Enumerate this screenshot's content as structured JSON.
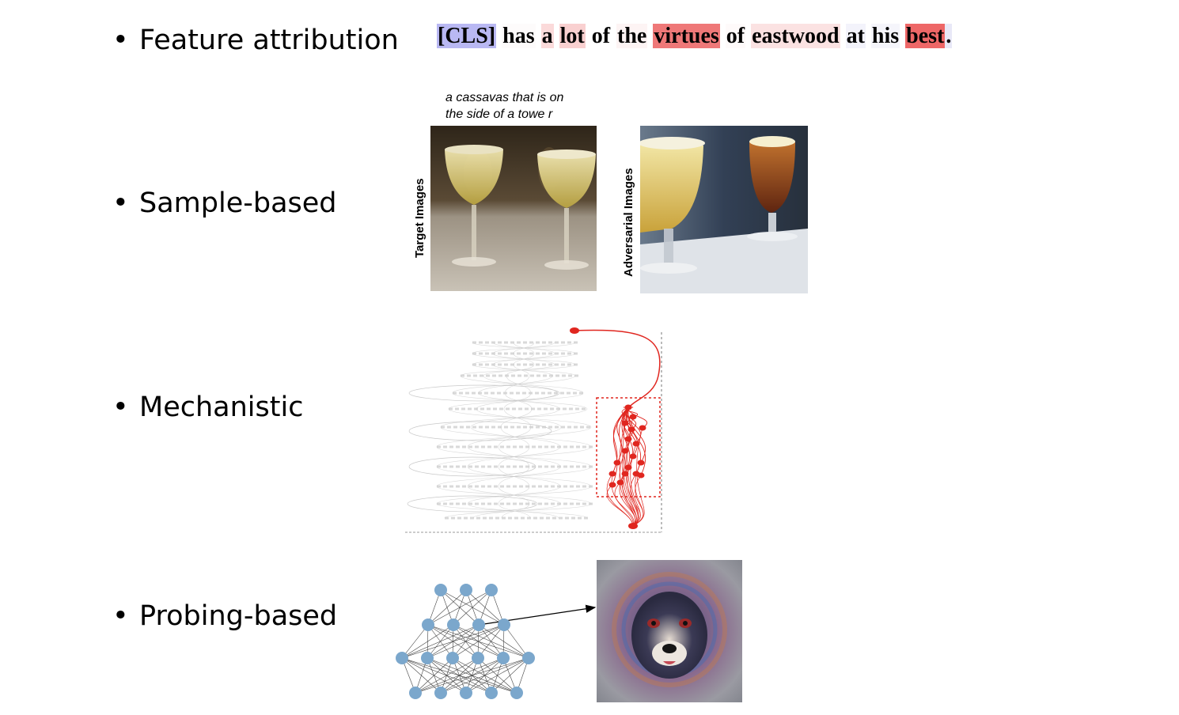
{
  "bullets": {
    "feature_attribution": "Feature attribution",
    "sample_based": "Sample-based",
    "mechanistic": "Mechanistic",
    "probing_based": "Probing-based"
  },
  "attribution_tokens": [
    {
      "text": "[CLS]",
      "color": "#b9b8f3"
    },
    {
      "text": "has",
      "color": "#fdfbfb"
    },
    {
      "text": "a",
      "color": "#fbdada"
    },
    {
      "text": "lot",
      "color": "#f9d0d0"
    },
    {
      "text": "of",
      "color": "#ffffff"
    },
    {
      "text": "the",
      "color": "#fdf4f4"
    },
    {
      "text": "virtues",
      "color": "#ef7878"
    },
    {
      "text": "of",
      "color": "#fefafa"
    },
    {
      "text": "eastwood",
      "color": "#fbe2e2"
    },
    {
      "text": "at",
      "color": "#f3f3fb"
    },
    {
      "text": "his",
      "color": "#f5f5fb"
    },
    {
      "text": "best",
      "color": "#ee6767"
    },
    {
      "text": ".",
      "color": "#e8e8f7"
    }
  ],
  "sample": {
    "caption_line1": "a cassavas that is on",
    "caption_line2": "the side of a towe r",
    "target_label": "Target Images",
    "adversarial_label": "Adversarial Images"
  },
  "colors": {
    "circuit_red": "#e0261f",
    "neuron_blue": "#7ba7cc",
    "graph_gray": "#c8c8c8"
  },
  "icons": {
    "circuit_graph": "computation-graph-diagram",
    "neural_net": "neural-network-diagram",
    "feature_vis": "dog-feature-visualization"
  }
}
